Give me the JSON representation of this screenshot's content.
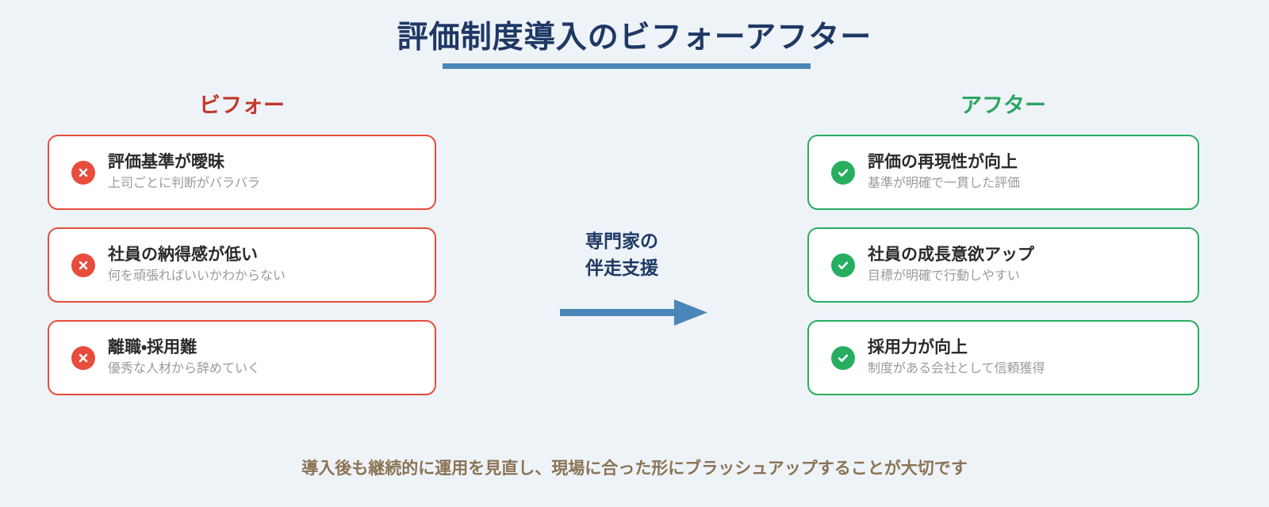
{
  "page": {
    "background_color": "#eef3f8"
  },
  "header": {
    "title": "評価制度導入のビフォーアフター",
    "title_color": "#1f3864",
    "underline_color": "#4a86b8"
  },
  "before_column": {
    "heading": "ビフォー",
    "heading_color": "#c0392b",
    "accent_color": "#e74c3c",
    "icon": "cross-circle-icon",
    "items": [
      {
        "title": "評価基準が曖昧",
        "subtitle": "上司ごとに判断がバラバラ"
      },
      {
        "title": "社員の納得感が低い",
        "subtitle": "何を頑張ればいいかわからない"
      },
      {
        "title": "離職・採用難",
        "subtitle": "優秀な人材から辞めていく"
      }
    ]
  },
  "after_column": {
    "heading": "アフター",
    "heading_color": "#2ea563",
    "accent_color": "#27ae60",
    "icon": "check-circle-icon",
    "items": [
      {
        "title": "評価の再現性が向上",
        "subtitle": "基準が明確で一貫した評価"
      },
      {
        "title": "社員の成長意欲アップ",
        "subtitle": "目標が明確で行動しやすい"
      },
      {
        "title": "採用力が向上",
        "subtitle": "制度がある会社として信頼獲得"
      }
    ]
  },
  "connector": {
    "label_line1": "専門家の",
    "label_line2": "伴走支援",
    "label_color": "#1f3864",
    "arrow_color": "#4a86b8",
    "arrow_direction": "right"
  },
  "footer": {
    "note": "導入後も継続的に運用を見直し、現場に合った形にブラッシュアップすることが大切です",
    "note_color": "#8b7355"
  }
}
